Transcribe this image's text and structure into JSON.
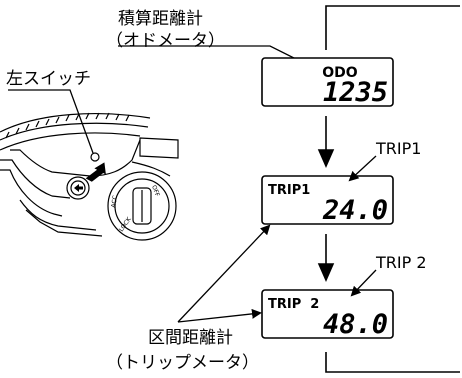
{
  "labels": {
    "odo_line1": "積算距離計",
    "odo_line2": "（オドメータ）",
    "switch": "左スイッチ",
    "trip_line1": "区間距離計",
    "trip_line2": "（トリップメータ）",
    "trip1_callout": "TRIP1",
    "trip2_callout": "TRIP 2"
  },
  "displays": [
    {
      "tag": "ODO",
      "value": "1235"
    },
    {
      "tag": "TRIP1",
      "value": "24.0"
    },
    {
      "tag": "TRIP  2",
      "value": "48.0"
    }
  ],
  "switch_labels": {
    "off": "OFF",
    "acc": "ACC",
    "lock": "LOCK"
  }
}
